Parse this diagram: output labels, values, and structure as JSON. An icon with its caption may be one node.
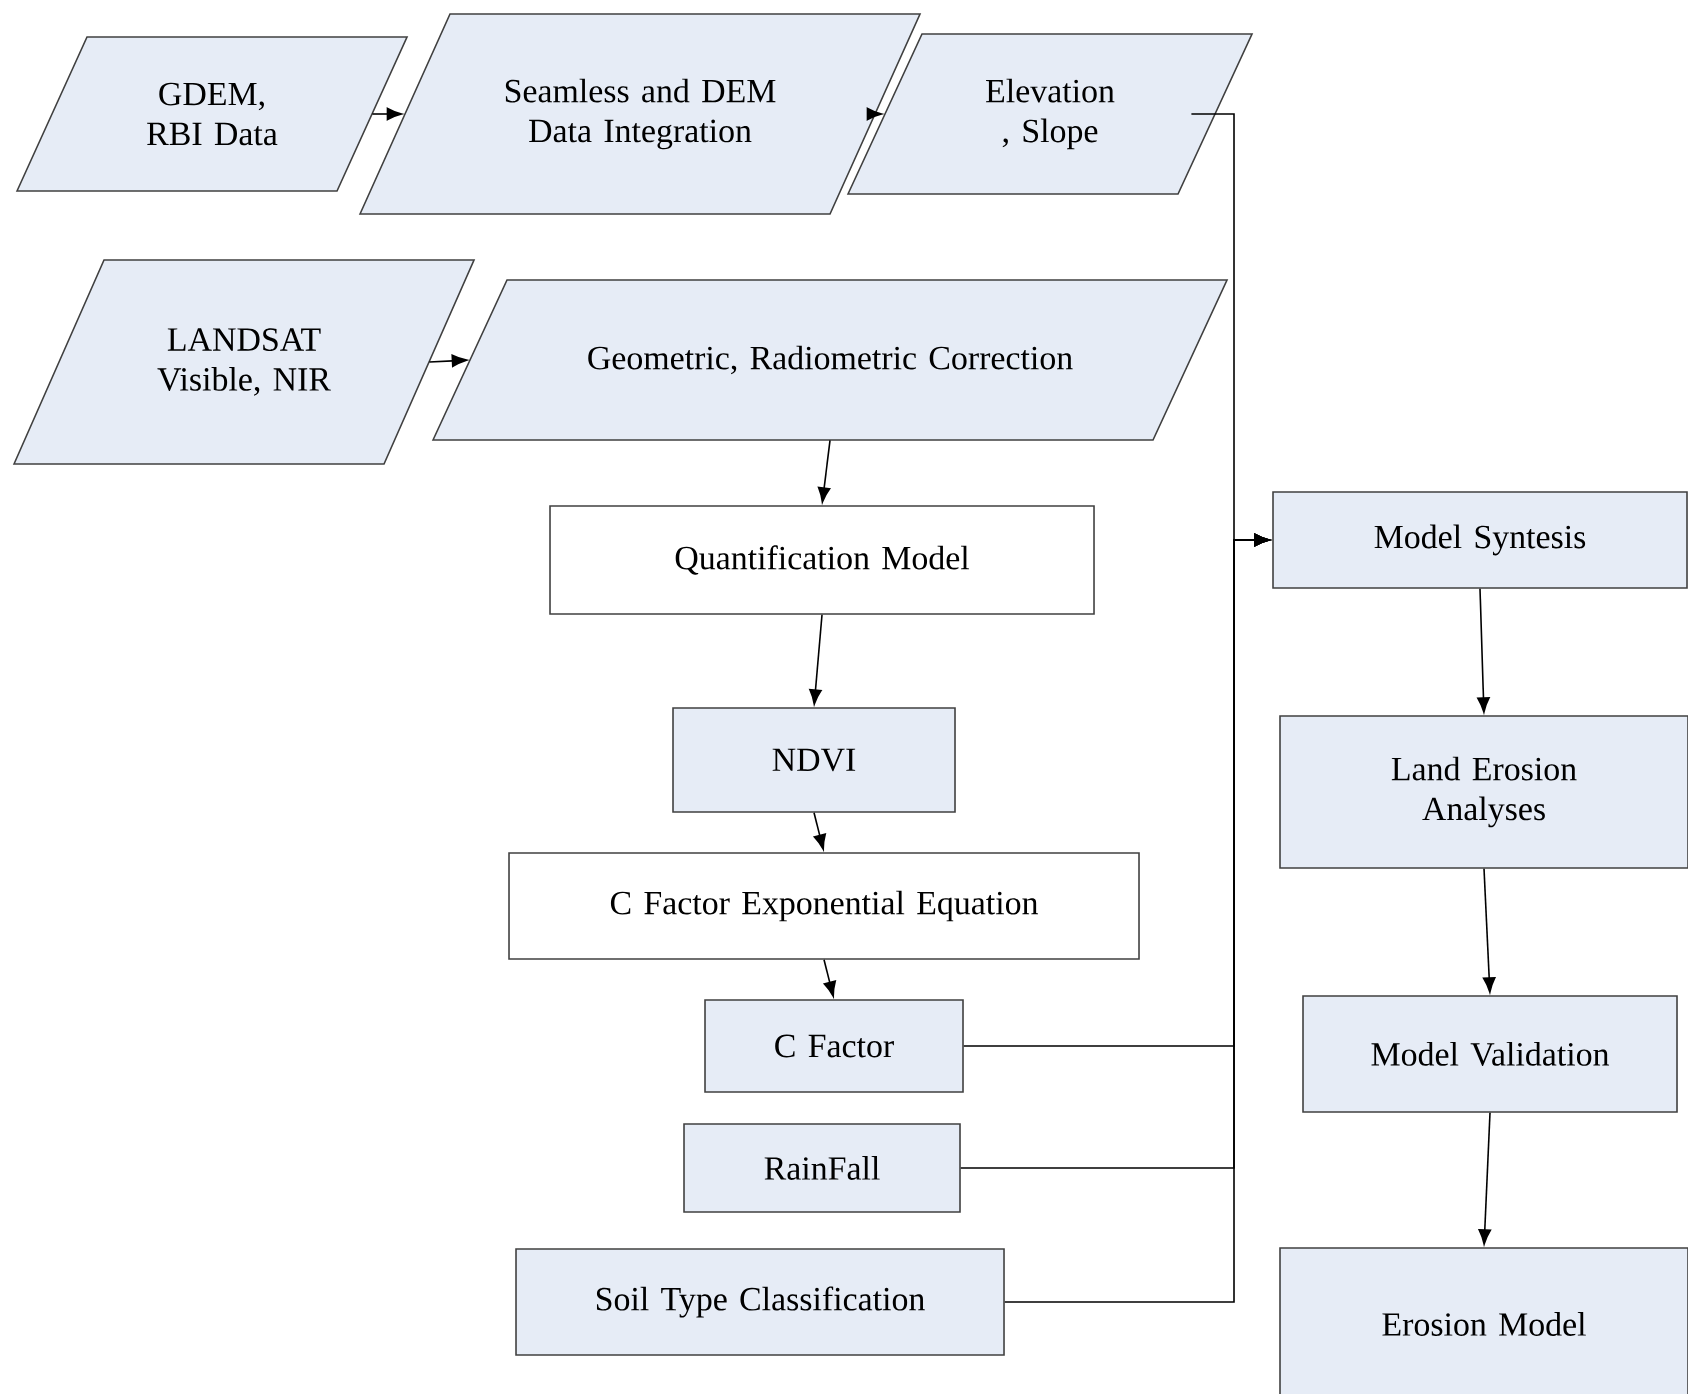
{
  "diagram": {
    "nodes": [
      {
        "text": [
          "GDEM, RBI Data"
        ]
      },
      {
        "text": [
          "Seamless and DEM Data Integration"
        ]
      },
      {
        "text": [
          "Elevation , Slope"
        ]
      },
      {
        "text": [
          "LANDSAT Visible, NIR"
        ]
      },
      {
        "text": [
          "Geometric, Radiometric Correction"
        ]
      },
      {
        "text": [
          "Quantification Model"
        ]
      },
      {
        "text": [
          "NDVI"
        ]
      },
      {
        "text": [
          "C Factor Exponential Equation"
        ]
      },
      {
        "text": [
          "C Factor"
        ]
      },
      {
        "text": [
          "RainFall"
        ]
      },
      {
        "text": [
          "Soil Type Classification"
        ]
      },
      {
        "text": [
          "Model Syntesis"
        ]
      },
      {
        "text": [
          "Land Erosion Analyses"
        ]
      },
      {
        "text": [
          "Model Validation"
        ]
      },
      {
        "text": [
          "Erosion Model"
        ]
      }
    ],
    "edges": [
      {
        "from": 0,
        "to": 1,
        "arrow": "to"
      },
      {
        "from": 1,
        "to": 2,
        "arrow": "to"
      },
      {
        "from": 3,
        "to": 4,
        "arrow": "to"
      },
      {
        "from": 4,
        "to": 5,
        "arrow": "to"
      },
      {
        "from": 5,
        "to": 6,
        "arrow": "to"
      },
      {
        "from": 6,
        "to": 7,
        "arrow": "to"
      },
      {
        "from": 7,
        "to": 8,
        "arrow": "to"
      },
      {
        "from": 2,
        "to": 11,
        "arrow": "to"
      },
      {
        "from": 8,
        "to": 11,
        "arrow": "to"
      },
      {
        "from": 9,
        "to": 11,
        "arrow": "to"
      },
      {
        "from": 10,
        "to": 11,
        "arrow": "to"
      },
      {
        "from": 11,
        "to": 12,
        "arrow": "to"
      },
      {
        "from": 12,
        "to": 13,
        "arrow": "to"
      },
      {
        "from": 13,
        "to": 14,
        "arrow": "to"
      }
    ]
  }
}
